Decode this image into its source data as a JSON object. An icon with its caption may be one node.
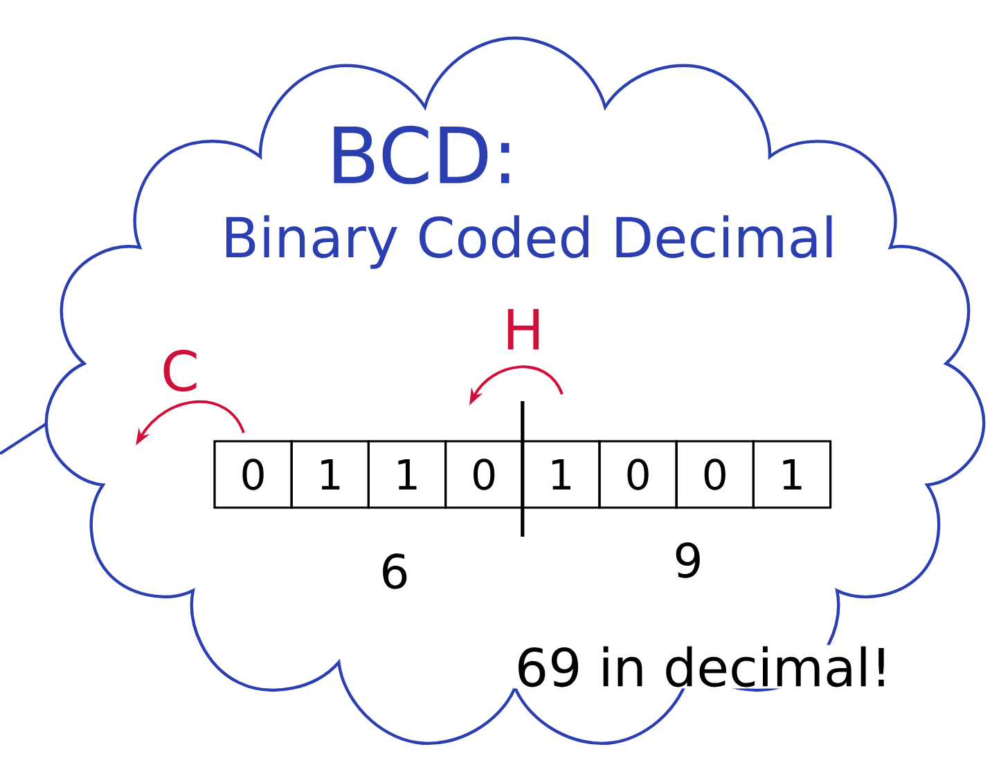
{
  "diagram": {
    "nodes": [
      {
        "text": [
          "BCD:",
          "Binary Coded Decimal"
        ]
      },
      {
        "text": [
          "0"
        ],
        "in": 0
      },
      {
        "text": [
          "1"
        ],
        "in": 0
      },
      {
        "text": [
          "1"
        ],
        "in": 0
      },
      {
        "text": [
          "0"
        ],
        "in": 0
      },
      {
        "text": [
          "1"
        ],
        "in": 0
      },
      {
        "text": [
          "0"
        ],
        "in": 0
      },
      {
        "text": [
          "0"
        ],
        "in": 0
      },
      {
        "text": [
          "1"
        ],
        "in": 0
      }
    ],
    "labels": [
      "C",
      "H",
      "6",
      "9",
      "69 in decimal!"
    ]
  }
}
